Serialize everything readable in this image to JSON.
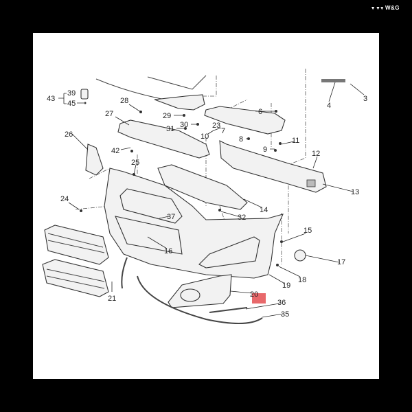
{
  "brand": {
    "logo_text": "W&G"
  },
  "diagram": {
    "title": "Front bumper exploded parts diagram",
    "callouts": {
      "c43": "43",
      "c39": "39",
      "c45": "45",
      "c28": "28",
      "c29": "29",
      "c27": "27",
      "c30": "30",
      "c31": "31",
      "c23": "23",
      "c7": "7",
      "c10": "10",
      "c6": "6",
      "c8": "8",
      "c9": "9",
      "c11": "11",
      "c12": "12",
      "c13": "13",
      "c3": "3",
      "c4": "4",
      "c26": "26",
      "c42": "42",
      "c25": "25",
      "c24": "24",
      "c37": "37",
      "c14": "14",
      "c32": "32",
      "c16": "16",
      "c15": "15",
      "c17": "17",
      "c18": "18",
      "c19": "19",
      "c20": "20",
      "c36": "36",
      "c35": "35",
      "c21": "21"
    },
    "highlight_color": "#e8696b"
  }
}
